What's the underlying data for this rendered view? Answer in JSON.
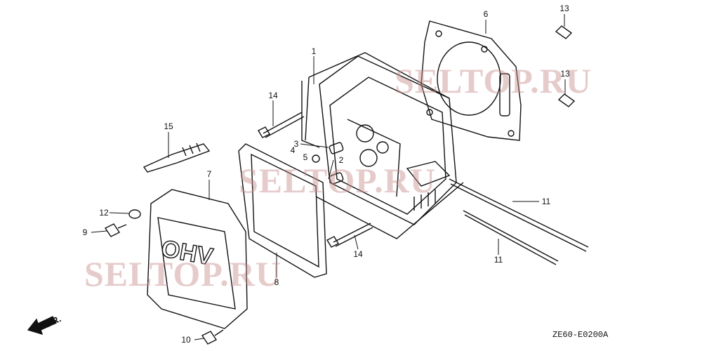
{
  "diagram": {
    "title_code": "ZE60-E0200A",
    "direction_label": "FR.",
    "watermark": "SELTOP.RU",
    "cover_emboss": "OHV",
    "part_labels": {
      "p1": "1",
      "p2": "2",
      "p3": "3",
      "p4": "4",
      "p5": "5",
      "p6": "6",
      "p7": "7",
      "p8": "8",
      "p9": "9",
      "p10": "10",
      "p11a": "11",
      "p11b": "11",
      "p12": "12",
      "p13a": "13",
      "p13b": "13",
      "p14a": "14",
      "p14b": "14",
      "p15": "15"
    }
  }
}
